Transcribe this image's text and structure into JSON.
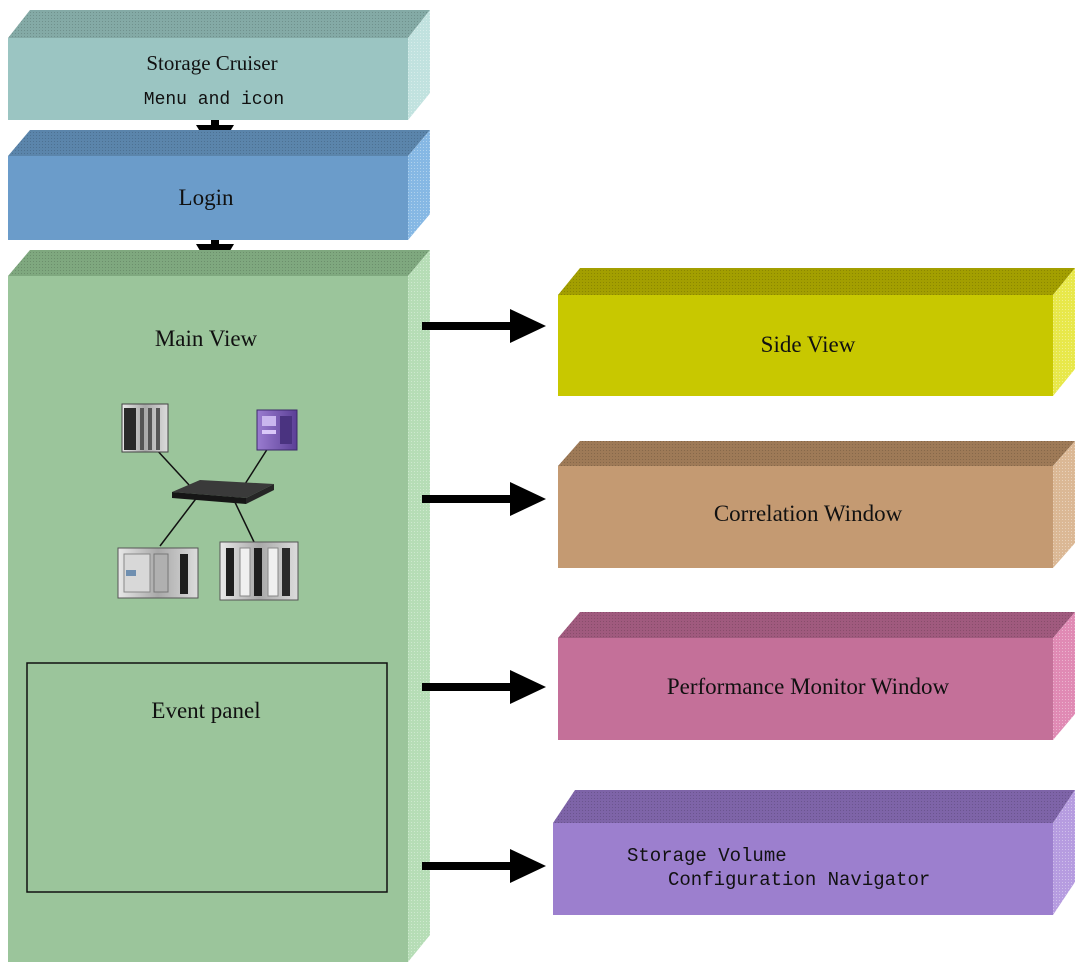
{
  "boxes": {
    "menu": {
      "line1": "Storage Cruiser",
      "line2": "Menu and icon",
      "front": "#9bc5c2",
      "top": "#84aaa6",
      "side": "#c1e2df"
    },
    "login": {
      "label": "Login",
      "front": "#6b9cca",
      "top": "#5b85ab",
      "side": "#86b8e4"
    },
    "main_view": {
      "label": "Main View",
      "front": "#9bc59b",
      "top": "#7fa87f",
      "side": "#b6ddb6"
    },
    "event_panel": {
      "label": "Event panel"
    },
    "side_view": {
      "label": "Side View",
      "front": "#c8c800",
      "top": "#a39f00",
      "side": "#e8e84a"
    },
    "correlation": {
      "label": "Correlation Window",
      "front": "#c49a72",
      "top": "#9e7a57",
      "side": "#dbb895"
    },
    "performance": {
      "label": "Performance Monitor Window",
      "front": "#c47099",
      "top": "#a05a7e",
      "side": "#e08ab4"
    },
    "navigator": {
      "line1": "Storage Volume",
      "line2": "Configuration Navigator",
      "front": "#9c7fce",
      "top": "#7e64a8",
      "side": "#b69ce0"
    }
  }
}
